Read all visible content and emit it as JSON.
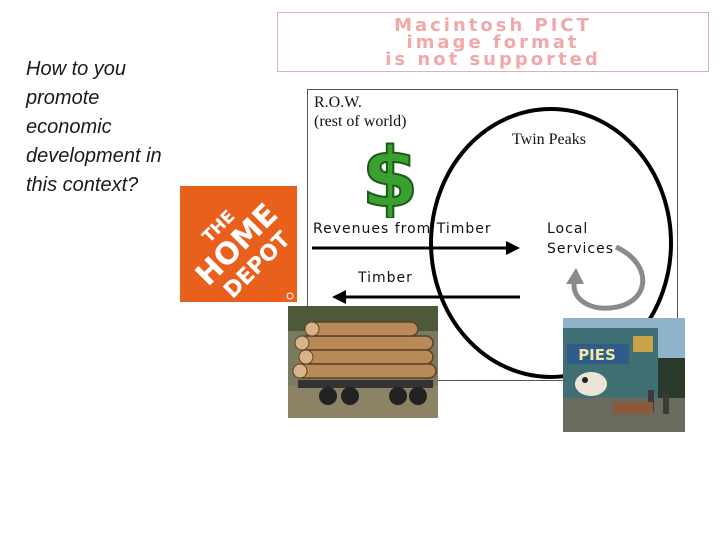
{
  "question": "How to you\npromote\neconomic\ndevelopment in\nthis context?",
  "pict_notice": [
    "Macintosh PICT",
    "image format",
    "is not supported"
  ],
  "diagram": {
    "row_label_1": "R.O.W.",
    "row_label_2": "(rest of world)",
    "twin_peaks_label": "Twin Peaks",
    "revenues_label": "Revenues  from  Timber",
    "local_services_1": "Local",
    "local_services_2": "Services",
    "timber_label": "Timber"
  },
  "logo": {
    "text": "THE HOME DEPOT",
    "color": "#e8601c"
  },
  "colors": {
    "dollar_green": "#3aa030",
    "logo_orange": "#e8601c"
  }
}
